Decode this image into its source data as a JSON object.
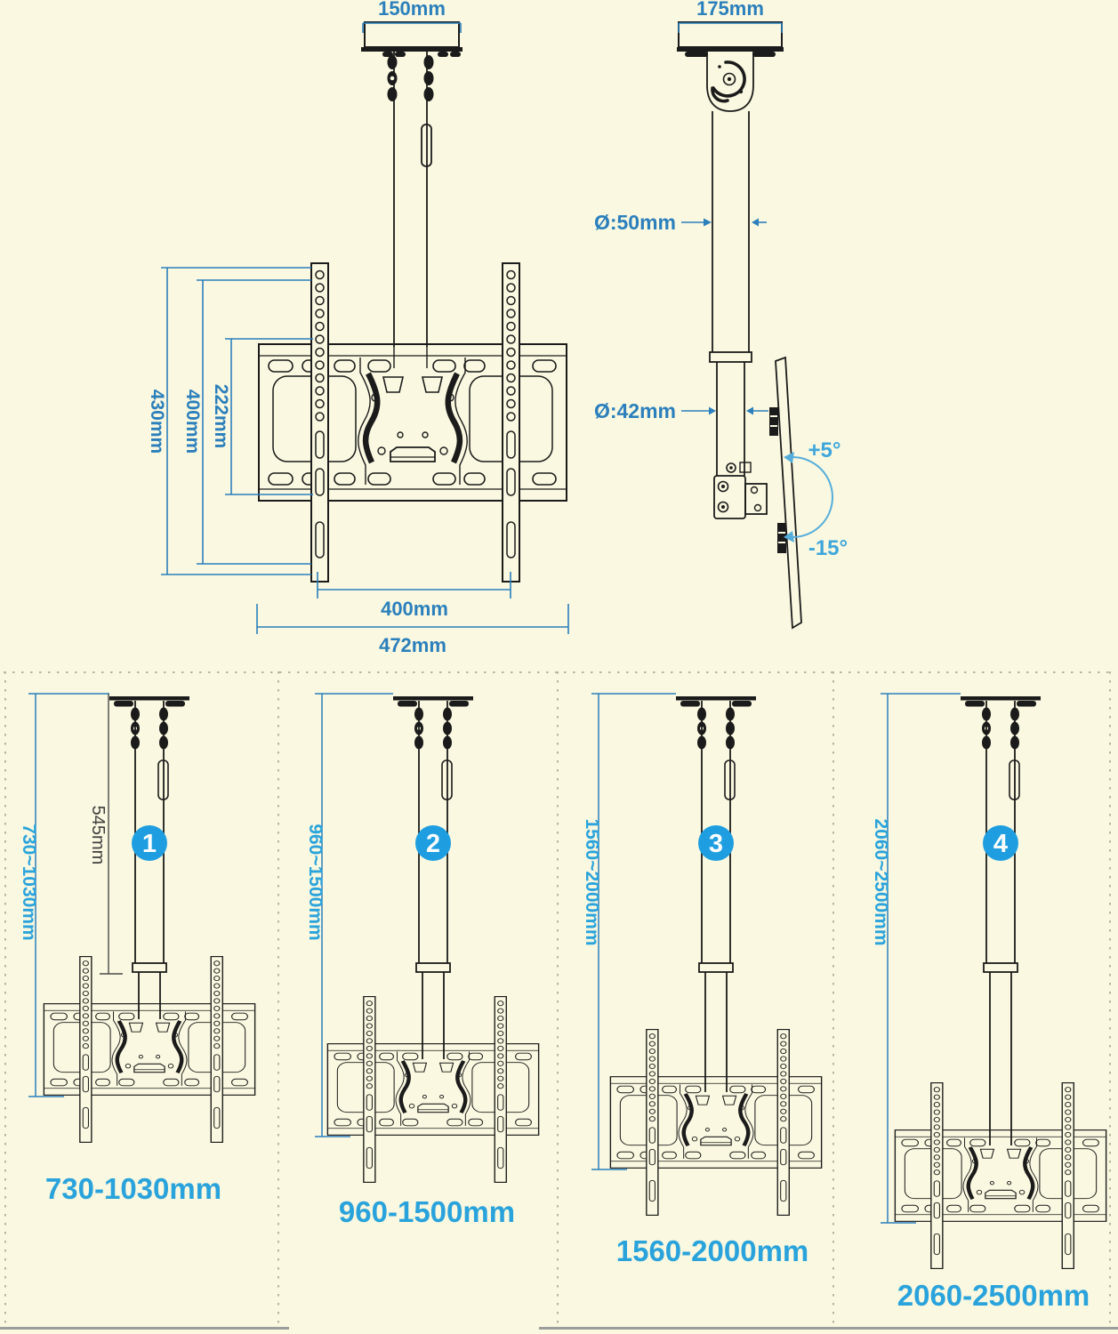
{
  "front_view": {
    "plate_width": "150mm",
    "total_height": "430mm",
    "rail_height": "400mm",
    "inner_height": "222mm",
    "hole_width": "400mm",
    "total_width": "472mm"
  },
  "side_view": {
    "plate_width": "175mm",
    "upper_pole_diameter": "Ø:50mm",
    "lower_pole_diameter": "Ø:42mm",
    "tilt_up": "+5°",
    "tilt_down": "-15°"
  },
  "variants": [
    {
      "number": "1",
      "height_range": "730~1030mm",
      "pole_length": "545mm",
      "label": "730-1030mm"
    },
    {
      "number": "2",
      "height_range": "960~1500mm",
      "label": "960-1500mm"
    },
    {
      "number": "3",
      "height_range": "1560~2000mm",
      "label": "1560-2000mm"
    },
    {
      "number": "4",
      "height_range": "2060~2500mm",
      "label": "2060-2500mm"
    }
  ],
  "colors": {
    "background": "#FAF8E0",
    "dimension_blue": "#2B7FBC",
    "accent_blue": "#2AA3DC",
    "badge_blue": "#1E9EE0",
    "line_black": "#1b1b1b"
  }
}
